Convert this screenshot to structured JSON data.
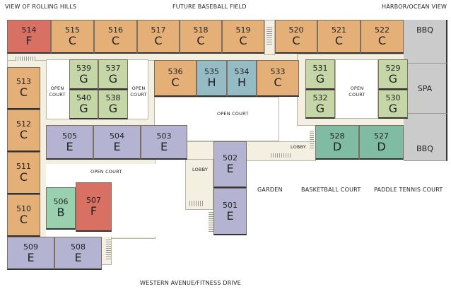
{
  "labels": {
    "top_left": "VIEW OF ROLLING HILLS",
    "top_center": "FUTURE BASEBALL FIELD",
    "top_right": "HARBOR/OCEAN VIEW",
    "bottom": "WESTERN AVENUE/FITNESS DRIVE",
    "open_court": "OPEN COURT",
    "lobby": "LOBBY",
    "garden": "GARDEN",
    "basketball": "BASKETBALL COURT",
    "paddle": "PADDLE TENNIS COURT"
  },
  "amenities": {
    "bbq_top": "BBQ",
    "spa": "SPA",
    "bbq_bottom": "BBQ"
  },
  "colors": {
    "B": "#99d1ae",
    "C": "#e5b078",
    "D": "#7fbca3",
    "E": "#b4b4d2",
    "F": "#d87163",
    "G": "#c6d7a7",
    "H": "#95bcc5"
  },
  "units": [
    {
      "num": "514",
      "type": "F"
    },
    {
      "num": "515",
      "type": "C"
    },
    {
      "num": "516",
      "type": "C"
    },
    {
      "num": "517",
      "type": "C"
    },
    {
      "num": "518",
      "type": "C"
    },
    {
      "num": "519",
      "type": "C"
    },
    {
      "num": "520",
      "type": "C"
    },
    {
      "num": "521",
      "type": "C"
    },
    {
      "num": "522",
      "type": "C"
    },
    {
      "num": "513",
      "type": "C"
    },
    {
      "num": "512",
      "type": "C"
    },
    {
      "num": "511",
      "type": "C"
    },
    {
      "num": "510",
      "type": "C"
    },
    {
      "num": "539",
      "type": "G"
    },
    {
      "num": "537",
      "type": "G"
    },
    {
      "num": "540",
      "type": "G"
    },
    {
      "num": "538",
      "type": "G"
    },
    {
      "num": "536",
      "type": "C"
    },
    {
      "num": "535",
      "type": "H"
    },
    {
      "num": "534",
      "type": "H"
    },
    {
      "num": "533",
      "type": "C"
    },
    {
      "num": "531",
      "type": "G"
    },
    {
      "num": "532",
      "type": "G"
    },
    {
      "num": "529",
      "type": "G"
    },
    {
      "num": "530",
      "type": "G"
    },
    {
      "num": "505",
      "type": "E"
    },
    {
      "num": "504",
      "type": "E"
    },
    {
      "num": "503",
      "type": "E"
    },
    {
      "num": "528",
      "type": "D"
    },
    {
      "num": "527",
      "type": "D"
    },
    {
      "num": "502",
      "type": "E"
    },
    {
      "num": "501",
      "type": "E"
    },
    {
      "num": "506",
      "type": "B"
    },
    {
      "num": "507",
      "type": "F"
    },
    {
      "num": "509",
      "type": "E"
    },
    {
      "num": "508",
      "type": "E"
    }
  ]
}
